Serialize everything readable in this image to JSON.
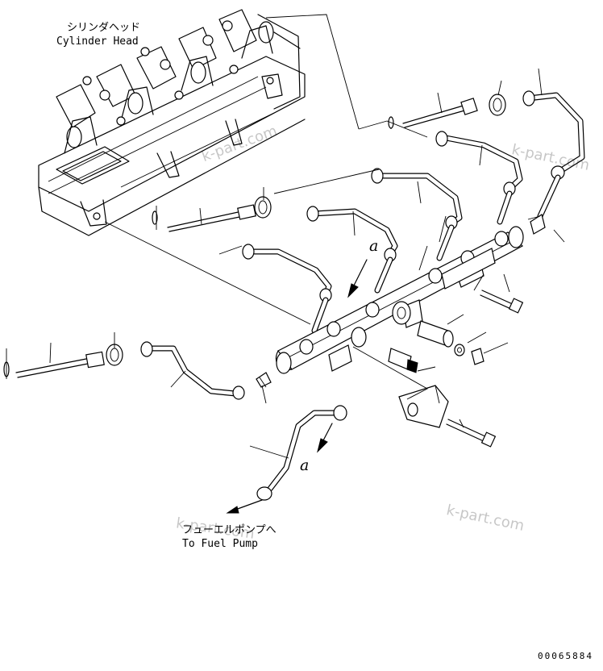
{
  "labels": {
    "cylinder_head_jp": "シリンダヘッド",
    "cylinder_head_en": "Cylinder Head",
    "fuel_pump_jp": "フューエルポンプへ",
    "fuel_pump_en": "To Fuel Pump",
    "view_mark_1": "a",
    "view_mark_2": "a",
    "drawing_number": "00065884"
  },
  "watermarks": {
    "wm1": "k-part.com",
    "wm2": "k-part.com",
    "wm3": "k-part.com",
    "wm4": "k-part.com"
  }
}
